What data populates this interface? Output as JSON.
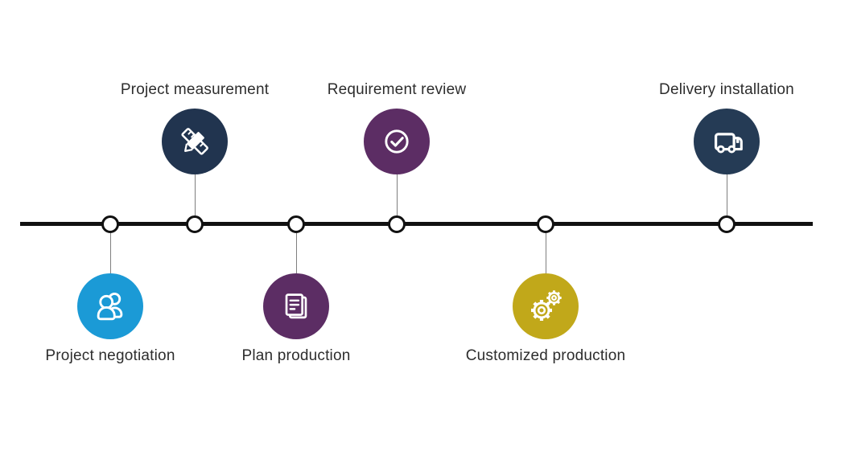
{
  "diagram": {
    "type": "process-timeline",
    "background": "#ffffff",
    "line_color": "#111111",
    "connector_color": "#7f7f7f",
    "node_fill": "#ffffff",
    "node_border": "#111111",
    "label_color": "#2d2d2d",
    "icon_color": "#ffffff",
    "steps": [
      {
        "label": "Project negotiation",
        "icon": "users-icon",
        "color": "#1b9ad6",
        "side": "below"
      },
      {
        "label": "Project measurement",
        "icon": "ruler-pencil-icon",
        "color": "#21344f",
        "side": "above"
      },
      {
        "label": "Plan production",
        "icon": "documents-icon",
        "color": "#5c2d64",
        "side": "below"
      },
      {
        "label": "Requirement review",
        "icon": "check-circle-icon",
        "color": "#5c2d64",
        "side": "above"
      },
      {
        "label": "Customized production",
        "icon": "gears-icon",
        "color": "#c1a81a",
        "side": "below"
      },
      {
        "label": "Delivery installation",
        "icon": "truck-icon",
        "color": "#253b55",
        "side": "above"
      }
    ]
  }
}
